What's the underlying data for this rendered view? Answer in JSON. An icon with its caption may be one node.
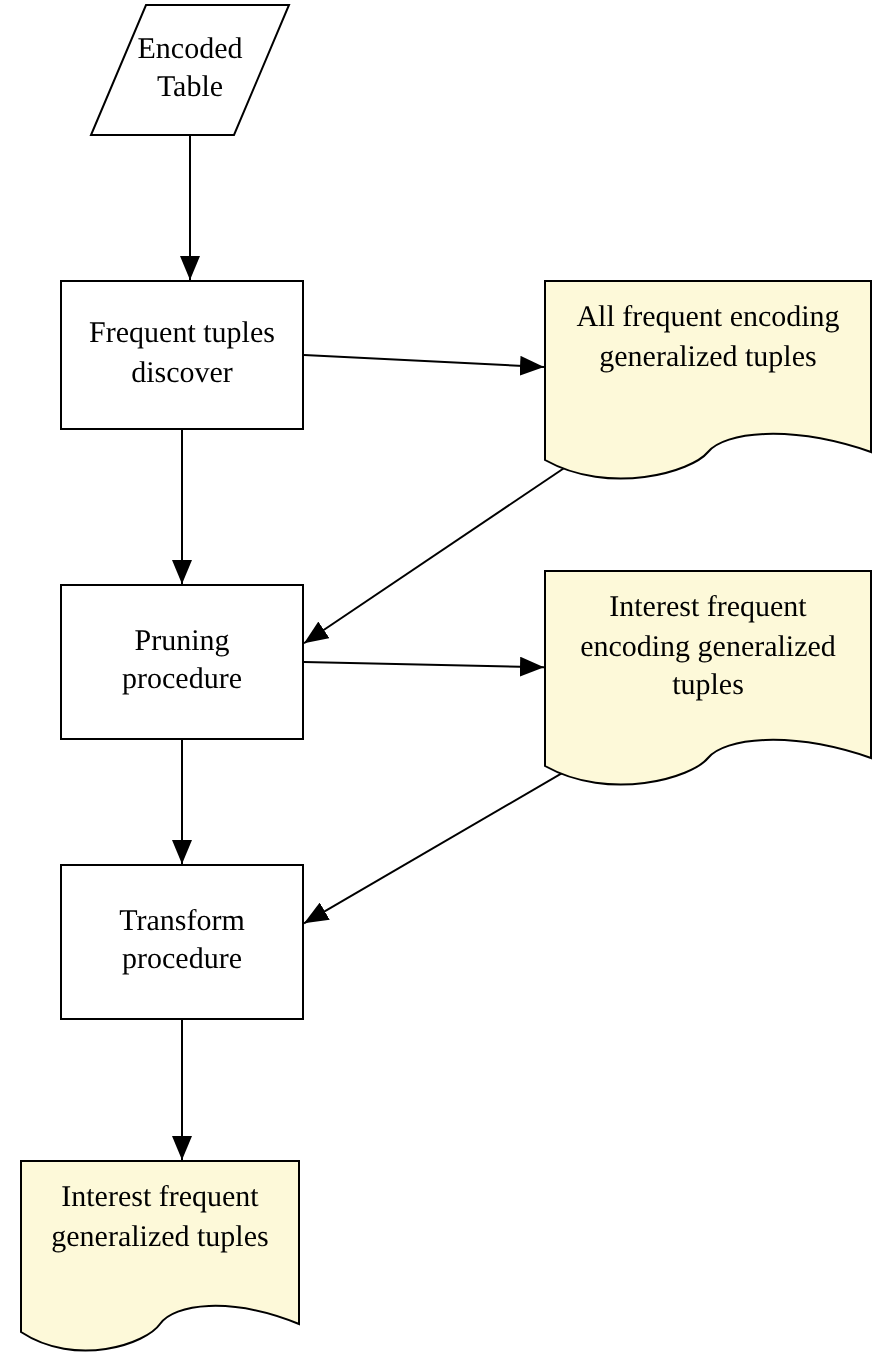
{
  "diagram": {
    "nodes": [
      {
        "text": [
          "Encoded Table"
        ]
      },
      {
        "text": [
          "Frequent tuples discover"
        ]
      },
      {
        "text": [
          "All frequent encoding generalized tuples"
        ]
      },
      {
        "text": [
          "Pruning procedure"
        ]
      },
      {
        "text": [
          "Interest frequent encoding generalized tuples"
        ]
      },
      {
        "text": [
          "Transform procedure"
        ]
      },
      {
        "text": [
          "Interest frequent generalized tuples"
        ]
      }
    ],
    "edges": [
      {
        "from": 0,
        "to": 1,
        "arrow": "to"
      },
      {
        "from": 1,
        "to": 2,
        "arrow": "to"
      },
      {
        "from": 1,
        "to": 3,
        "arrow": "to"
      },
      {
        "from": 2,
        "to": 3,
        "arrow": "to"
      },
      {
        "from": 3,
        "to": 4,
        "arrow": "to"
      },
      {
        "from": 3,
        "to": 5,
        "arrow": "to"
      },
      {
        "from": 4,
        "to": 5,
        "arrow": "to"
      },
      {
        "from": 5,
        "to": 6,
        "arrow": "to"
      }
    ]
  }
}
